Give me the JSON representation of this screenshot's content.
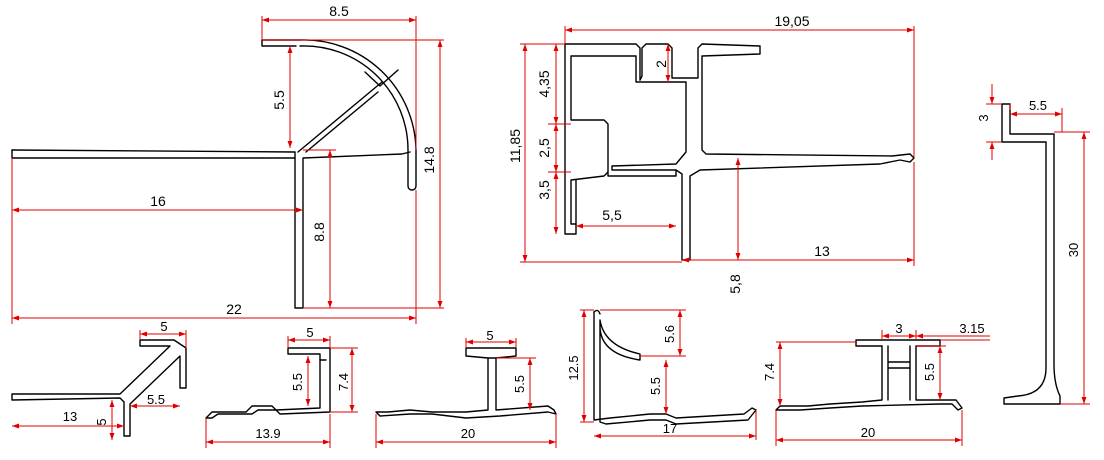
{
  "drawing": {
    "profile_a": {
      "top_width": "8.5",
      "arc_height": "5.5",
      "total_height": "14.8",
      "left_width": "16",
      "leg_height": "8.8",
      "total_width": "22"
    },
    "profile_b": {
      "total_width": "19,05",
      "slot_depth": "2",
      "upper_height": "4,35",
      "total_height": "11,85",
      "mid_height": "2,5",
      "lower_height": "3,5",
      "slot_width": "5,5",
      "right_width": "13",
      "stem_height": "5,8"
    },
    "profile_c": {
      "top_width": "5.5",
      "lip_height": "3",
      "height": "30"
    },
    "profile_d": {
      "top_width": "5",
      "base_width": "13",
      "right_width": "5.5",
      "base_height": "5"
    },
    "profile_e": {
      "top_width": "5",
      "inner_height": "5.5",
      "height": "7.4",
      "width": "13.9"
    },
    "profile_f": {
      "top_width": "5",
      "height": "5.5",
      "width": "20"
    },
    "profile_g": {
      "total_height": "12.5",
      "upper_height": "5.6",
      "lower_height": "5.5",
      "width": "17"
    },
    "profile_h": {
      "center_width": "3",
      "right_width": "3.15",
      "height": "7.4",
      "inner_height": "5.5",
      "width": "20"
    }
  }
}
